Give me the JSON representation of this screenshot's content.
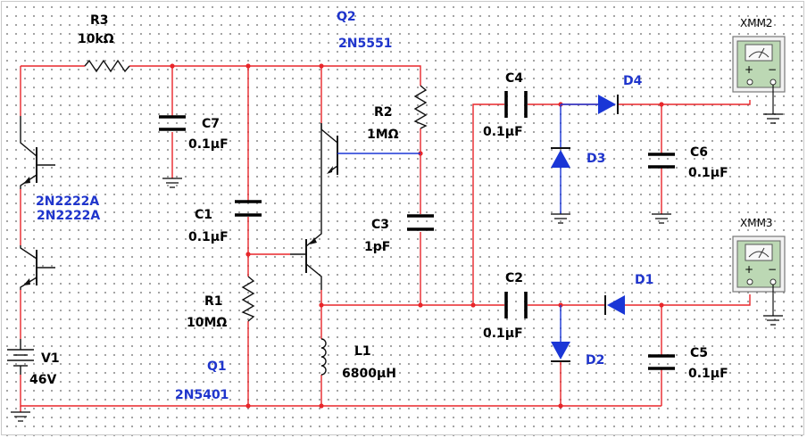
{
  "components": {
    "r3": {
      "ref": "R3",
      "value": "10kΩ"
    },
    "q2": {
      "ref": "Q2",
      "part": "2N5551"
    },
    "c7": {
      "ref": "C7",
      "value": "0.1μF"
    },
    "c1": {
      "ref": "C1",
      "value": "0.1μF"
    },
    "r2": {
      "ref": "R2",
      "value": "1MΩ"
    },
    "c3": {
      "ref": "C3",
      "value": "1pF"
    },
    "r1": {
      "ref": "R1",
      "value": "10MΩ"
    },
    "q1": {
      "ref": "Q1",
      "part": "2N5401"
    },
    "l1": {
      "ref": "L1",
      "value": "6800μH"
    },
    "v1": {
      "ref": "V1",
      "value": "46V"
    },
    "tx_pair": {
      "part_top": "2N2222A",
      "part_bottom": "2N2222A"
    },
    "c4": {
      "ref": "C4",
      "value": "0.1μF"
    },
    "c2": {
      "ref": "C2",
      "value": "0.1μF"
    },
    "d4": {
      "ref": "D4"
    },
    "d3": {
      "ref": "D3"
    },
    "d1": {
      "ref": "D1"
    },
    "d2": {
      "ref": "D2"
    },
    "c6": {
      "ref": "C6",
      "value": "0.1μF"
    },
    "c5": {
      "ref": "C5",
      "value": "0.1μF"
    },
    "xmm2": {
      "ref": "XMM2"
    },
    "xmm3": {
      "ref": "XMM3"
    }
  },
  "meter_terminals": {
    "plus": "+",
    "minus": "−"
  },
  "colors": {
    "wire": "#e8262a",
    "part_label": "#1f35cc",
    "component": "#111111",
    "diode_body": "#1a36d6",
    "meter_face": "#bcd8b4",
    "grid_dot": "#9a9a9a"
  }
}
